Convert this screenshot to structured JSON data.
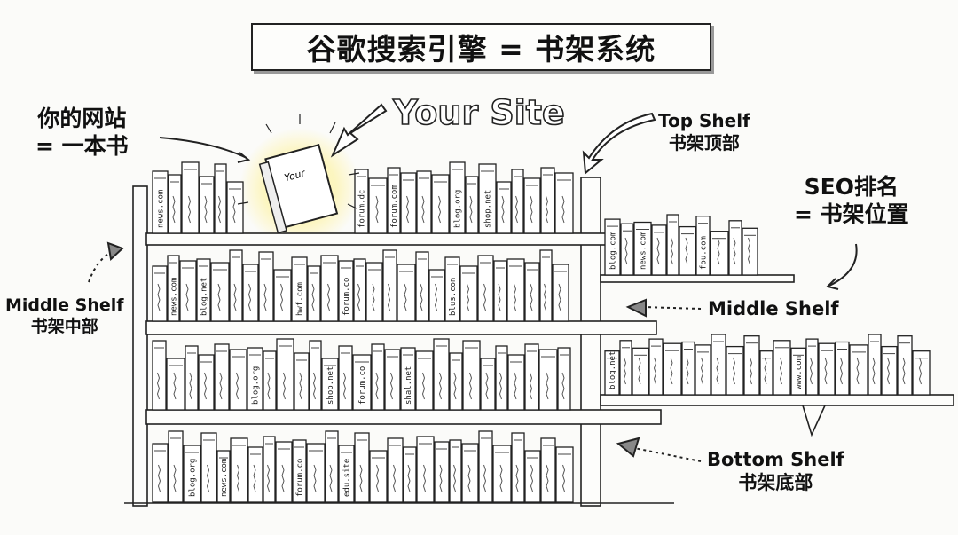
{
  "title": "谷歌搜索引擎 = 书架系统",
  "callouts": {
    "your_site_cn_line1": "你的网站",
    "your_site_cn_line2": "= 一本书",
    "your_site_en": "Your Site",
    "top_shelf_en": "Top Shelf",
    "top_shelf_cn": "书架顶部",
    "seo_line1": "SEO排名",
    "seo_line2": "= 书架位置",
    "middle_shelf_left_en": "Middle Shelf",
    "middle_shelf_left_cn": "书架中部",
    "middle_shelf_right_en": "Middle Shelf",
    "bottom_shelf_en": "Bottom Shelf",
    "bottom_shelf_cn": "书架底部"
  },
  "featured_book_label": "Your",
  "spines": {
    "top": [
      "news.com",
      "forum.dc",
      "forum.com",
      "blog.org",
      "shop.net"
    ],
    "middle": [
      "news.com",
      "blog.net",
      "hwf.com",
      "forum.co",
      "blus.con"
    ],
    "lower": [
      "blog.org",
      "shop.net",
      "forum.co",
      "shal.net"
    ],
    "bottom": [
      "blog.org",
      "news.com",
      "forum.co",
      "edu.site"
    ],
    "side_top": [
      "blog.com",
      "news.com",
      "fou.com"
    ],
    "side_lower": [
      "blog.net",
      "www.com"
    ]
  }
}
